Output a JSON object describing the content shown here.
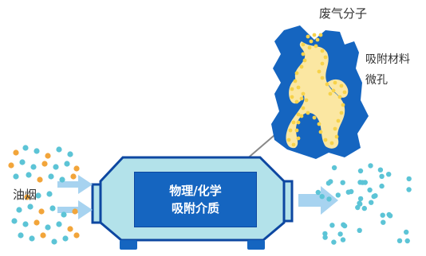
{
  "labels": {
    "waste_gas_molecules": "废气分子",
    "adsorbent_material": "吸附材料",
    "micropores": "微孔",
    "oil_smoke": "油烟"
  },
  "medium": {
    "line1": "物理/化学",
    "line2": "吸附介质"
  },
  "colors": {
    "pore_blue": "#1565c0",
    "filter_body": "#b3e2ea",
    "filter_outline": "#0d47a1",
    "arrow": "#a7d3f0",
    "gas_yellow": "#f6d24a",
    "particle_orange": "#f2a53a",
    "particle_teal": "#5cc4d6"
  }
}
